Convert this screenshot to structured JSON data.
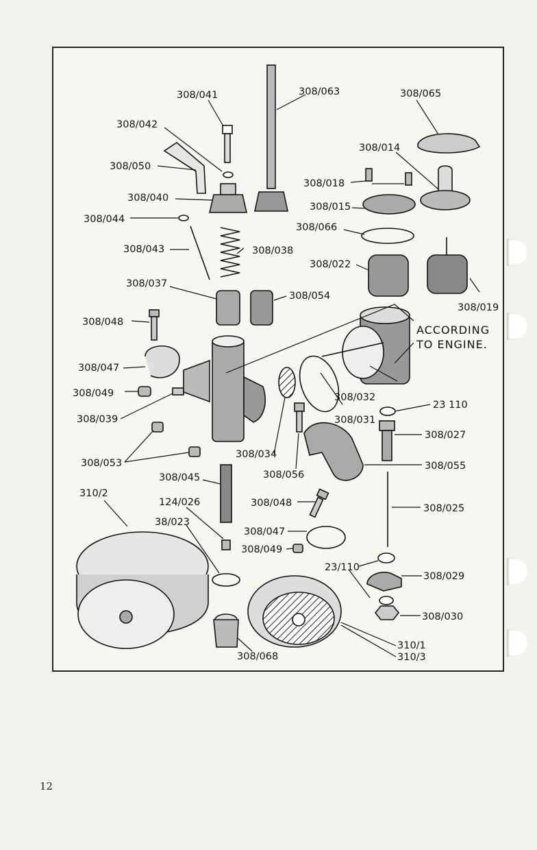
{
  "page_number": "12",
  "callouts": {
    "c308_041": "308/041",
    "c308_063": "308/063",
    "c308_065": "308/065",
    "c308_042": "308/042",
    "c308_014": "308/014",
    "c308_050": "308/050",
    "c308_018": "308/018",
    "c308_040": "308/040",
    "c308_015": "308/015",
    "c308_044": "308/044",
    "c308_066": "308/066",
    "c308_043": "308/043",
    "c308_038": "308/038",
    "c308_022": "308/022",
    "c308_037": "308/037",
    "c308_054": "308/054",
    "c308_019": "308/019",
    "c308_048a": "308/048",
    "c308_047a": "308/047",
    "c308_049a": "308/049",
    "c308_039": "308/039",
    "c308_032": "308/032",
    "c23_110a": "23 110",
    "c308_031": "308/031",
    "c308_027": "308/027",
    "c308_053": "308/053",
    "c308_034": "308/034",
    "c308_055": "308/055",
    "c308_045": "308/045",
    "c308_056": "308/056",
    "c310_2": "310/2",
    "c124_026": "124/026",
    "c308_048b": "308/048",
    "c308_025": "308/025",
    "c38_023": "38/023",
    "c308_047b": "308/047",
    "c308_049b": "308/049",
    "c23_110b": "23/110",
    "c308_029": "308/029",
    "c308_030": "308/030",
    "c310_1": "310/1",
    "c308_068": "308/068",
    "c310_3": "310/3"
  },
  "note": {
    "line1": "ACCORDING",
    "line2": "TO ENGINE."
  }
}
